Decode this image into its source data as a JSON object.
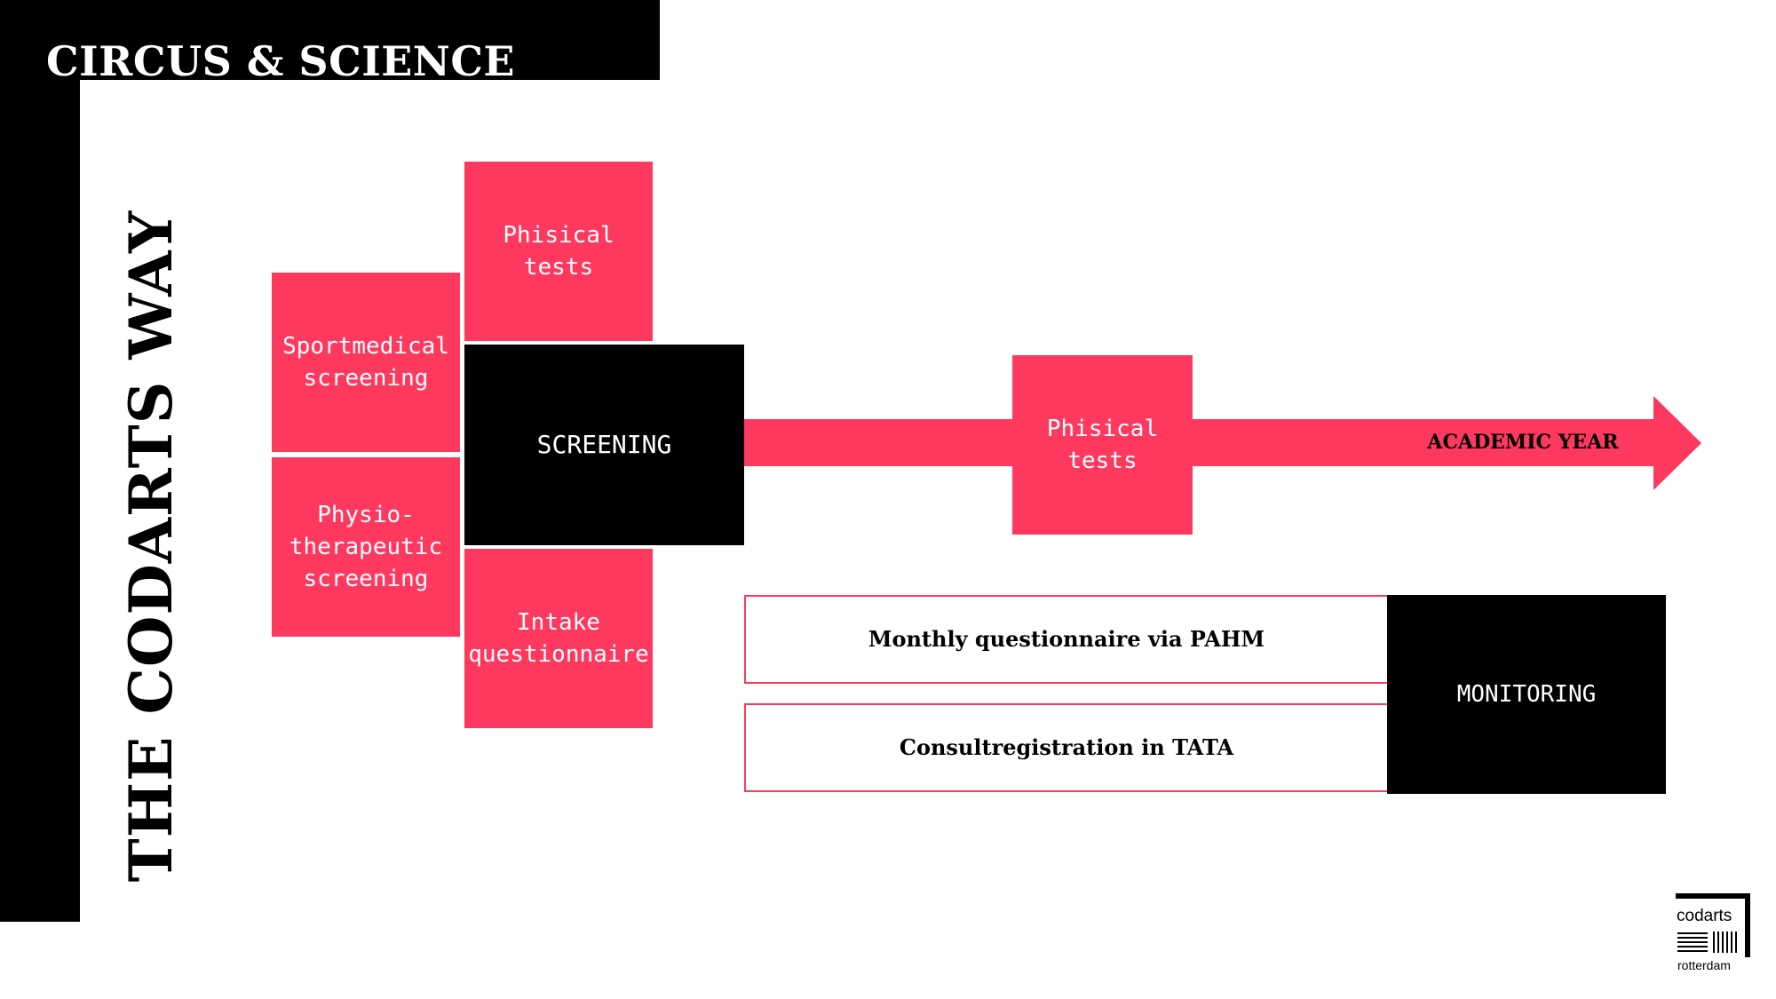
{
  "header": {
    "title": "CIRCUS & SCIENCE",
    "side_title": "THE CODARTS WAY"
  },
  "screening": {
    "center_label": "SCREENING",
    "sportmedical": "Sportmedical\nscreening",
    "physio": "Physio-\ntherapeutic\nscreening",
    "physical_tests": "Phisical\ntests",
    "intake": "Intake\nquestionnaire"
  },
  "timeline": {
    "arrow_label": "ACADEMIC YEAR",
    "physical_tests": "Phisical\ntests"
  },
  "monitoring": {
    "label": "MONITORING",
    "items": [
      "Monthly questionnaire via PAHM",
      "Consultregistration in TATA"
    ]
  },
  "logo": {
    "top": "codarts",
    "bottom": "rotterdam"
  },
  "colors": {
    "accent": "#fe395f",
    "dark": "#000000",
    "background": "#ffffff"
  }
}
